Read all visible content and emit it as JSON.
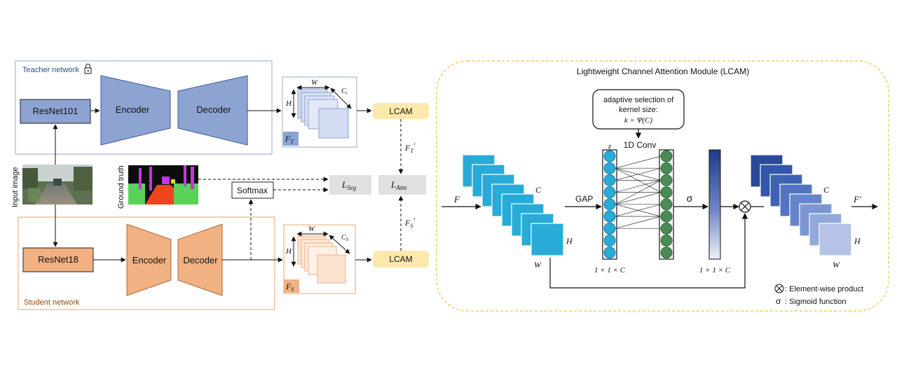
{
  "teacher": {
    "title": "Teacher network",
    "backbone": "ResNet101",
    "encoder": "Encoder",
    "decoder": "Decoder",
    "feature_label": "F",
    "feature_sub": "T",
    "dim_w": "W",
    "dim_h": "H",
    "dim_c": "C",
    "dim_c_sub": "t",
    "lcam": "LCAM",
    "lcam_out": "F",
    "lcam_out_sub": "T",
    "lcam_out_prime": "′"
  },
  "student": {
    "title": "Student network",
    "backbone": "ResNet18",
    "encoder": "Encoder",
    "decoder": "Decoder",
    "feature_label": "F",
    "feature_sub": "S",
    "dim_w": "W",
    "dim_h": "H",
    "dim_c": "C",
    "dim_c_sub": "S",
    "lcam": "LCAM",
    "lcam_out": "F",
    "lcam_out_sub": "S",
    "lcam_out_prime": "′"
  },
  "inputs": {
    "input_image": "Input image",
    "ground_truth": "Ground truth",
    "softmax": "Softmax"
  },
  "losses": {
    "seg": "L",
    "seg_sub": "Seg",
    "attn": "L",
    "attn_sub": "Attn"
  },
  "lcam_module": {
    "title": "Lightweight Channel Attention Module (LCAM)",
    "kernel_line1": "adaptive selection of",
    "kernel_line2": "kernel size:",
    "kernel_formula": "k = Ψ(C)",
    "conv": "1D Conv",
    "z": "z",
    "input": "F",
    "input_c": "C",
    "input_h": "H",
    "input_w": "W",
    "gap": "GAP",
    "sigma": "σ",
    "dim_left": "1 × 1 × C",
    "dim_right": "1 × 1 × C",
    "output": "F′",
    "output_c": "C",
    "output_h": "H",
    "output_w": "W",
    "legend_product": ": Element-wise product",
    "legend_sigmoid_symbol": "σ",
    "legend_sigmoid": ": Sigmoid function"
  },
  "colors": {
    "teacher_accent": "#8da3d2",
    "student_accent": "#f1b183",
    "lcam_box": "#fde9a9",
    "loss_box": "#e0e0e0",
    "cyan": "#29abd8",
    "green": "#4a8a55",
    "dashed_gold": "#f0c040"
  }
}
